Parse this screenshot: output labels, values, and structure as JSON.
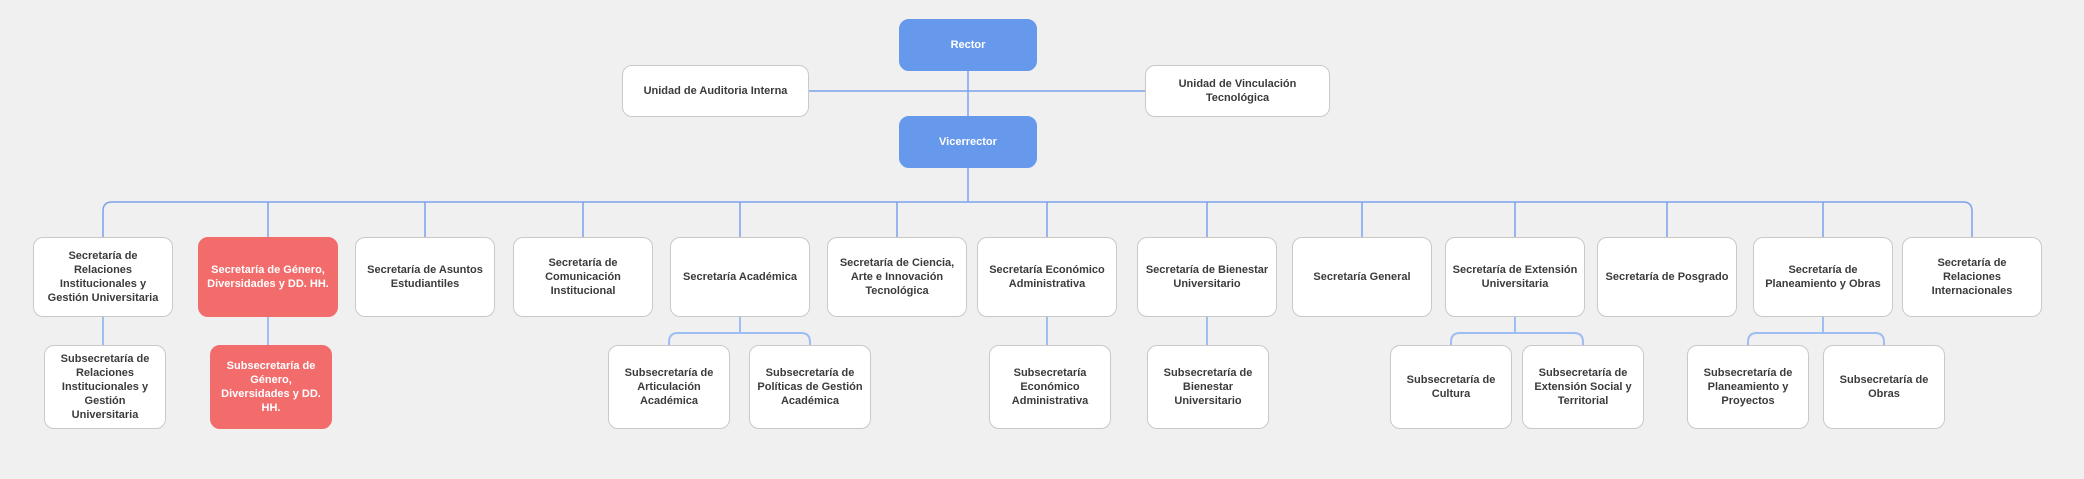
{
  "colors": {
    "background": "#F0F0F0",
    "authority_blue": "#6699EC",
    "highlight_red": "#F26C6C",
    "box_white": "#FFFFFF",
    "box_border": "#C9C9C9",
    "text_dark": "#3B3B3B",
    "line_main": "#7AA3EC",
    "line_sub": "#9DBDF3"
  },
  "nodes": {
    "rector": {
      "label": "Rector",
      "variant": "blue"
    },
    "vicerrector": {
      "label": "Vicerrector",
      "variant": "blue",
      "parent": "Rector"
    },
    "auditoria": {
      "label": "Unidad de Auditoria Interna",
      "variant": "white",
      "parent": "Rector"
    },
    "vinculacion": {
      "label": "Unidad de Vinculación Tecnológica",
      "variant": "white",
      "parent": "Rector"
    },
    "secretarias": [
      {
        "label": "Secretaría de Relaciones Institucionales y Gestión Universitaria",
        "variant": "white",
        "parent": "Vicerrector"
      },
      {
        "label": "Secretaría de Género, Diversidades y DD. HH.",
        "variant": "red",
        "parent": "Vicerrector"
      },
      {
        "label": "Secretaría de Asuntos Estudiantiles",
        "variant": "white",
        "parent": "Vicerrector"
      },
      {
        "label": "Secretaría de Comunicación Institucional",
        "variant": "white",
        "parent": "Vicerrector"
      },
      {
        "label": "Secretaría Académica",
        "variant": "white",
        "parent": "Vicerrector"
      },
      {
        "label": "Secretaría de Ciencia, Arte e Innovación Tecnológica",
        "variant": "white",
        "parent": "Vicerrector"
      },
      {
        "label": "Secretaría Económico Administrativa",
        "variant": "white",
        "parent": "Vicerrector"
      },
      {
        "label": "Secretaría de Bienestar Universitario",
        "variant": "white",
        "parent": "Vicerrector"
      },
      {
        "label": "Secretaría General",
        "variant": "white",
        "parent": "Vicerrector"
      },
      {
        "label": "Secretaría de Extensión Universitaria",
        "variant": "white",
        "parent": "Vicerrector"
      },
      {
        "label": "Secretaría de Posgrado",
        "variant": "white",
        "parent": "Vicerrector"
      },
      {
        "label": "Secretaría de Planeamiento y Obras",
        "variant": "white",
        "parent": "Vicerrector"
      },
      {
        "label": "Secretaría de Relaciones Internacionales",
        "variant": "white",
        "parent": "Vicerrector"
      }
    ],
    "subsecretarias": [
      {
        "label": "Subsecretaría de Relaciones Institucionales y Gestión Universitaria",
        "variant": "white",
        "parent": "Secretaría de Relaciones Institucionales y Gestión Universitaria"
      },
      {
        "label": "Subsecretaría de Género, Diversidades y DD. HH.",
        "variant": "red",
        "parent": "Secretaría de Género, Diversidades y DD. HH."
      },
      {
        "label": "Subsecretaría de Articulación Académica",
        "variant": "white",
        "parent": "Secretaría Académica"
      },
      {
        "label": "Subsecretaría de Políticas de Gestión Académica",
        "variant": "white",
        "parent": "Secretaría Académica"
      },
      {
        "label": "Subsecretaría Económico Administrativa",
        "variant": "white",
        "parent": "Secretaría Económico Administrativa"
      },
      {
        "label": "Subsecretaría de Bienestar Universitario",
        "variant": "white",
        "parent": "Secretaría de Bienestar Universitario"
      },
      {
        "label": "Subsecretaría de Cultura",
        "variant": "white",
        "parent": "Secretaría de Extensión Universitaria"
      },
      {
        "label": "Subsecretaría de Extensión Social y Territorial",
        "variant": "white",
        "parent": "Secretaría de Extensión Universitaria"
      },
      {
        "label": "Subsecretaría de Planeamiento y Proyectos",
        "variant": "white",
        "parent": "Secretaría de Planeamiento y Obras"
      },
      {
        "label": "Subsecretaría de Obras",
        "variant": "white",
        "parent": "Secretaría de Planeamiento y Obras"
      }
    ]
  }
}
